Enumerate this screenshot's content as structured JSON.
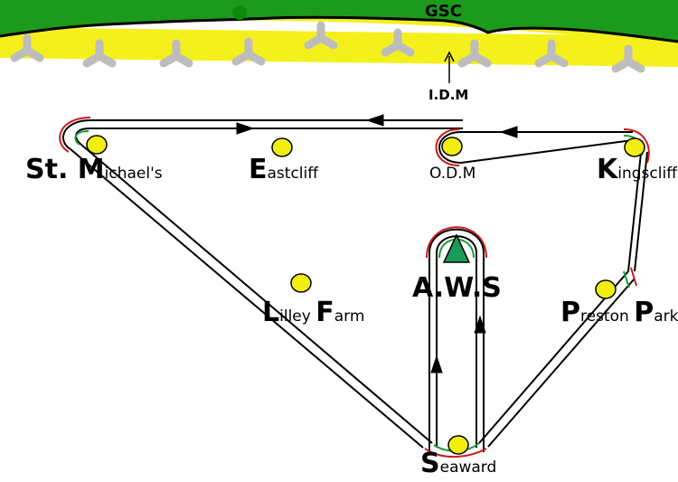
{
  "colors": {
    "grass": "#1c9a1c",
    "sand": "#f4f01c",
    "groyne": "#bdbdbd",
    "track": "#000000",
    "curve_red": "#cc1a1a",
    "curve_green": "#1a9a3a",
    "stop_fill": "#f2ee10",
    "aws_fill": "#1a9a5a"
  },
  "header": {
    "gsc_label": "GSC",
    "idm_label": "I.D.M"
  },
  "stops": [
    {
      "id": "st-michaels",
      "big": "St. M",
      "small": "ichael's"
    },
    {
      "id": "eastcliff",
      "big": "E",
      "small": "astcliff"
    },
    {
      "id": "odm",
      "big": "",
      "small": "O.D.M"
    },
    {
      "id": "kingscliff",
      "big": "K",
      "small": "ingscliff"
    },
    {
      "id": "lilley-farm",
      "big1": "L",
      "small1": "illey ",
      "big2": "F",
      "small2": "arm"
    },
    {
      "id": "preston-park",
      "big1": "P",
      "small1": "reston ",
      "big2": "P",
      "small2": "ark"
    },
    {
      "id": "seaward",
      "big": "S",
      "small": "eaward"
    }
  ],
  "aws": {
    "label": "A.W.S",
    "icon": "green-triangle-icon"
  }
}
